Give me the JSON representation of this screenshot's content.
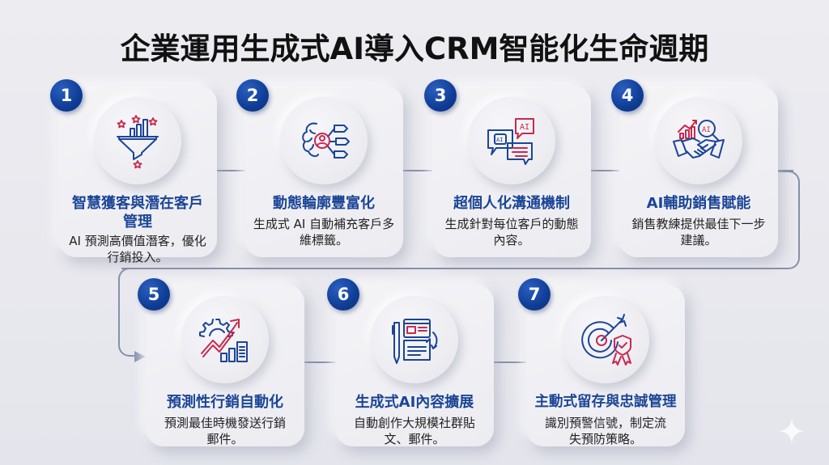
{
  "title": "企業運用生成式AI導入CRM智能化生命週期",
  "colors": {
    "accent_blue": "#1b4596",
    "badge_blue": "#0f3d96",
    "accent_red": "#c8294f",
    "connector": "#8591aa",
    "background": "#ebebf0"
  },
  "steps": [
    {
      "number": "1",
      "icon": "funnel-stars-icon",
      "title": "智慧獲客與潛在客戶管理",
      "desc": "AI 預測高價值潛客，優化行銷投入。"
    },
    {
      "number": "2",
      "icon": "brain-profile-tags-icon",
      "title": "動態輪廓豐富化",
      "desc": "生成式 AI 自動補充客戶多維標籤。"
    },
    {
      "number": "3",
      "icon": "ai-chat-bubbles-icon",
      "title": "超個人化溝通機制",
      "desc": "生成針對每位客戶的動態內容。"
    },
    {
      "number": "4",
      "icon": "handshake-ai-analytics-icon",
      "title": "AI輔助銷售賦能",
      "desc": "銷售教練提供最佳下一步建議。"
    },
    {
      "number": "5",
      "icon": "gear-growth-chart-icon",
      "title": "預測性行銷自動化",
      "desc": "預測最佳時機發送行銷郵件。"
    },
    {
      "number": "6",
      "icon": "pen-content-document-icon",
      "title": "生成式AI內容擴展",
      "desc": "自動創作大規模社群貼文、郵件。"
    },
    {
      "number": "7",
      "icon": "target-shield-badge-icon",
      "title": "主動式留存與忠誠管理",
      "desc": "識別預警信號，制定流失預防策略。"
    }
  ]
}
